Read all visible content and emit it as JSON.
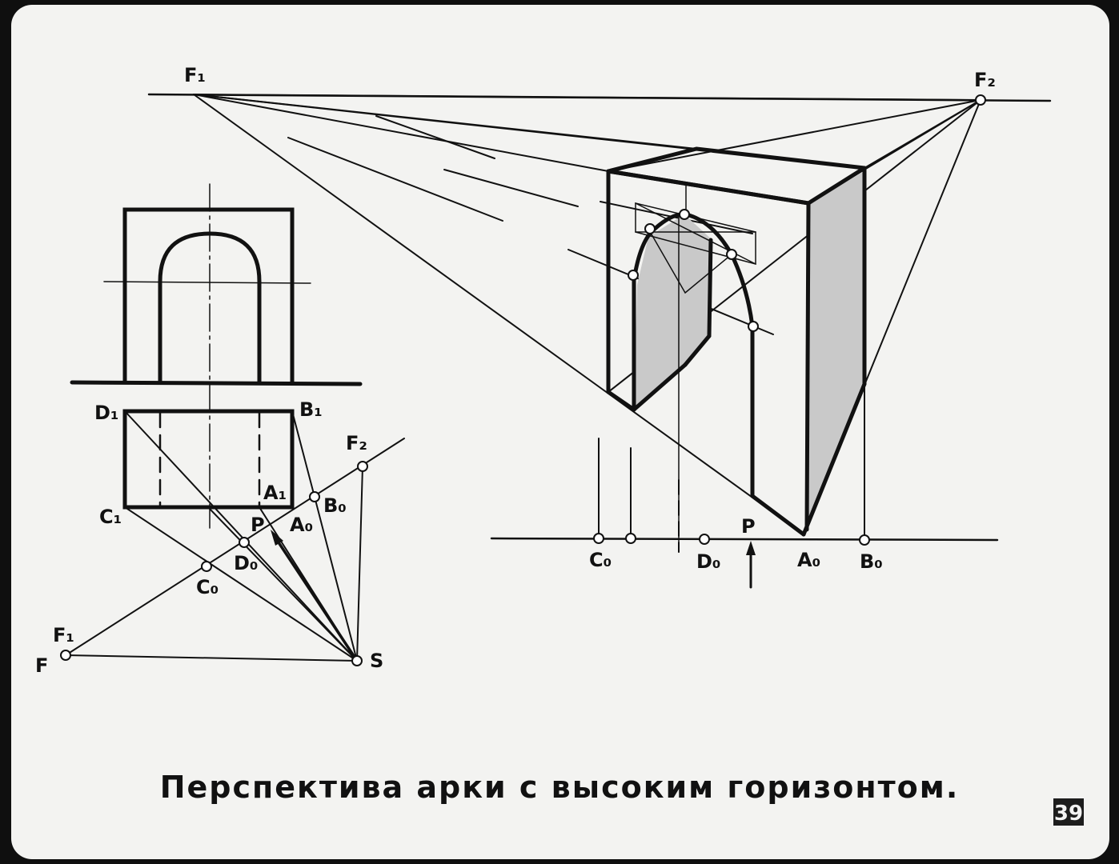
{
  "caption": "Перспектива арки с высоким горизонтом.",
  "page_number": "39",
  "colors": {
    "ink": "#111111",
    "shade": "#c9c9c9",
    "paper": "#f3f3f1"
  },
  "left_drawing": {
    "labels": {
      "D1": "D₁",
      "B1": "B₁",
      "C1": "C₁",
      "A1": "A₁",
      "P": "P",
      "A0": "A₀",
      "B0": "B₀",
      "F2": "F₂",
      "D0": "D₀",
      "C0": "C₀",
      "F1": "F₁",
      "F": "F",
      "S": "S"
    }
  },
  "right_drawing": {
    "labels": {
      "F1": "F₁",
      "F2": "F₂",
      "C0": "C₀",
      "D0": "D₀",
      "P": "P",
      "A0": "A₀",
      "B0": "B₀"
    }
  }
}
